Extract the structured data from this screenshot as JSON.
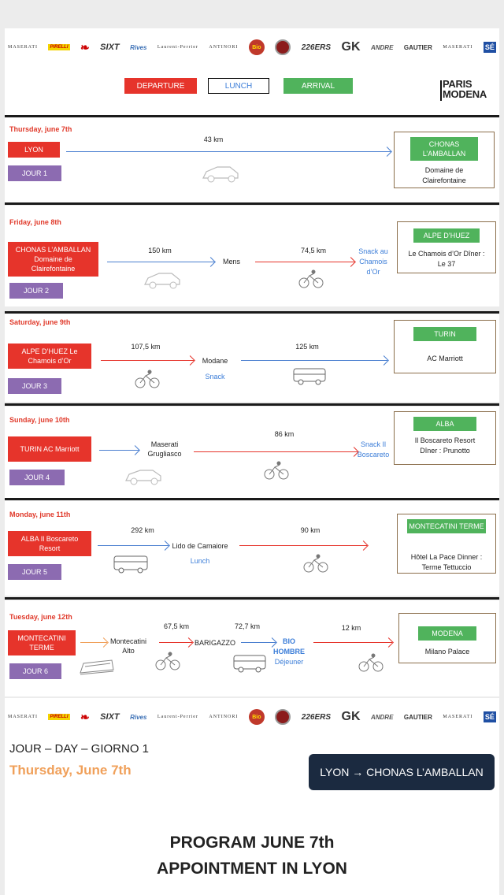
{
  "sponsors": [
    "MASERATI",
    "PIRELLI",
    "SPECIALIZED",
    "SIXT",
    "Rives",
    "Laurent-Perrier",
    "ANTINORI",
    "Bio",
    "FIAT",
    "226ERS",
    "GK",
    "ANDRE",
    "GAUTIER",
    "MASERATI",
    "SÉ"
  ],
  "legend": {
    "departure": "DEPARTURE",
    "lunch": "LUNCH",
    "arrival": "ARRIVAL",
    "logo_line1": "PARIS",
    "logo_line2": "MODENA"
  },
  "days": [
    {
      "title": "Thursday, june 7th",
      "start": "LYON",
      "jour": "JOUR 1",
      "legs": [
        {
          "km": "43 km"
        }
      ],
      "dest_head": "CHONAS L’AMBALLAN",
      "dest_body": "Domaine de Clairefontaine"
    },
    {
      "title": "Friday, june 8th",
      "start": "CHONAS L’AMBALLAN Domaine de Clairefontaine",
      "jour": "JOUR 2",
      "legs": [
        {
          "km": "150 km"
        },
        {
          "km": "74,5 km"
        }
      ],
      "stops": [
        "Mens"
      ],
      "lunch": "Snack au Chamois d’Or",
      "dest_head": "ALPE D’HUEZ",
      "dest_body": "Le Chamois d’Or Dîner : Le 37"
    },
    {
      "title": "Saturday, june 9th",
      "start": "ALPE D’HUEZ Le Chamois d’Or",
      "jour": "JOUR 3",
      "legs": [
        {
          "km": "107,5 km"
        },
        {
          "km": "125 km"
        }
      ],
      "stops": [
        "Modane"
      ],
      "lunch": "Snack",
      "dest_head": "TURIN",
      "dest_body": "AC Marriott"
    },
    {
      "title": "Sunday, june 10th",
      "start": "TURIN AC Marriott",
      "jour": "JOUR 4",
      "legs": [
        {
          "km": "86 km"
        }
      ],
      "stops": [
        "Maserati Grugliasco"
      ],
      "lunch": "Snack Il Boscareto",
      "dest_head": "ALBA",
      "dest_body": "Il Boscareto Resort Dîner : Prunotto"
    },
    {
      "title": "Monday, june 11th",
      "start": "ALBA Il Boscareto Resort",
      "jour": "JOUR 5",
      "legs": [
        {
          "km": "292 km"
        },
        {
          "km": "90 km"
        }
      ],
      "stops": [
        "Lido de Camaiore"
      ],
      "lunch": "Lunch",
      "dest_head": "MONTECATINI TERME",
      "dest_body": "Hôtel La Pace Dinner : Terme Tettuccio"
    },
    {
      "title": "Tuesday, june 12th",
      "start": "MONTECATINI TERME",
      "jour": "JOUR 6",
      "legs": [
        {
          "km": "67,5 km"
        },
        {
          "km": "72,7 km"
        },
        {
          "km": "12 km"
        }
      ],
      "stops": [
        "Montecatini Alto",
        "BARIGAZZO"
      ],
      "lunch_bold": "BIO HOMBRE",
      "lunch": "Déjeuner",
      "dest_head": "MODENA",
      "dest_body": "Milano Palace"
    }
  ],
  "bottom": {
    "jour_day": "JOUR – DAY – GIORNO 1",
    "date": "Thursday, June 7th",
    "route": "LYON → CHONAS L’AMBALLAN",
    "program_line1": "PROGRAM JUNE 7th",
    "program_line2": "APPOINTMENT IN LYON"
  },
  "colors": {
    "departure": "#e6342b",
    "lunch": "#3b7dd8",
    "arrival": "#50b35c",
    "jour": "#8c6bb1",
    "orange": "#f0a05a",
    "navy": "#1b2a40"
  }
}
